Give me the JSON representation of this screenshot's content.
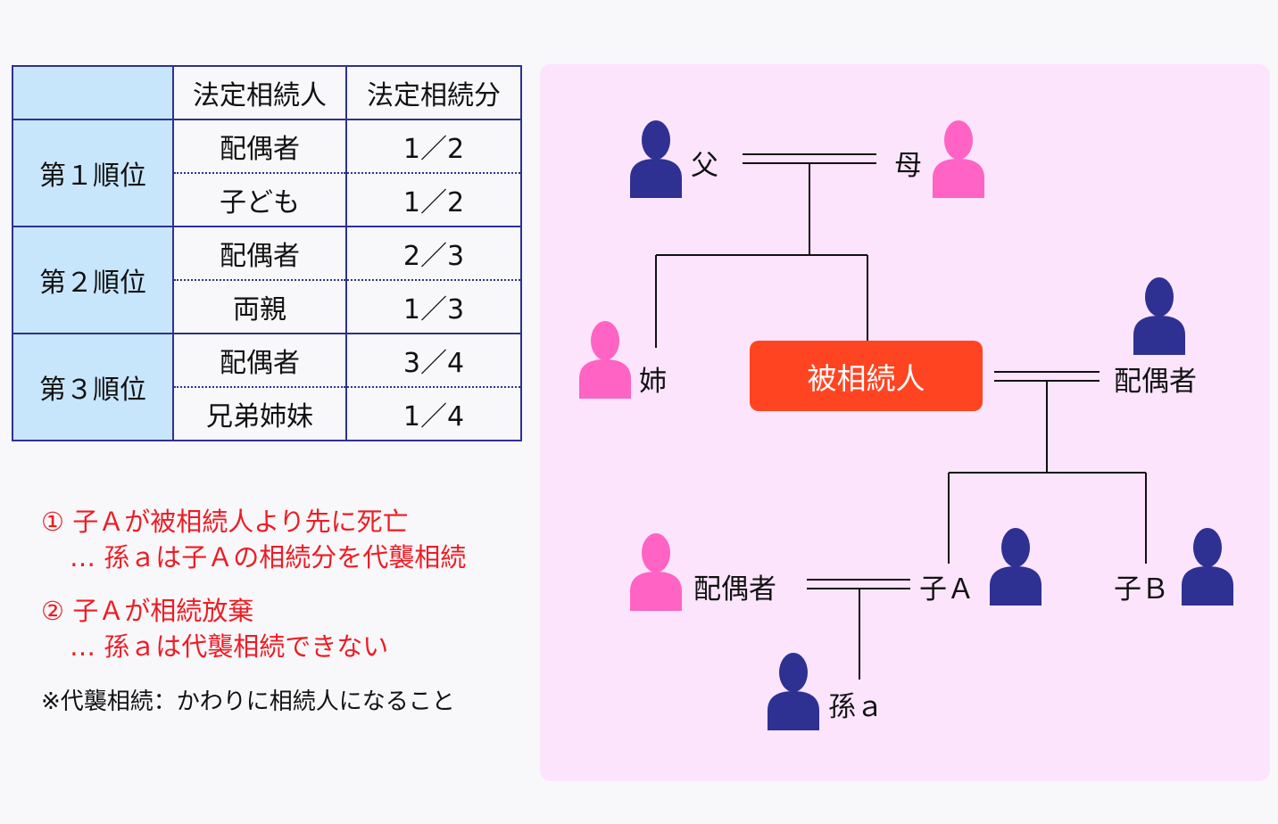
{
  "table": {
    "headers": [
      "",
      "法定相続人",
      "法定相続分"
    ],
    "groups": [
      {
        "rank": "第１順位",
        "rows": [
          {
            "heir": "配偶者",
            "share": "1／2"
          },
          {
            "heir": "子ども",
            "share": "1／2"
          }
        ]
      },
      {
        "rank": "第２順位",
        "rows": [
          {
            "heir": "配偶者",
            "share": "2／3"
          },
          {
            "heir": "両親",
            "share": "1／3"
          }
        ]
      },
      {
        "rank": "第３順位",
        "rows": [
          {
            "heir": "配偶者",
            "share": "3／4"
          },
          {
            "heir": "兄弟姉妹",
            "share": "1／4"
          }
        ]
      }
    ]
  },
  "notes": {
    "case1": "① 子Ａが被相続人より先に死亡",
    "case1_result": "… 孫ａは子Ａの相続分を代襲相続",
    "case2": "② 子Ａが相続放棄",
    "case2_result": "… 孫ａは代襲相続できない",
    "footnote": "※代襲相続：かわりに相続人になること"
  },
  "diagram": {
    "father": "父",
    "mother": "母",
    "sister": "姉",
    "decedent": "被相続人",
    "spouse": "配偶者",
    "childA_spouse": "配偶者",
    "childA": "子Ａ",
    "childB": "子Ｂ",
    "grandchild": "孫ａ"
  },
  "colors": {
    "male": "#2e3192",
    "female": "#ff63c4",
    "decedent": "#ff4422",
    "note_red": "#ee1c25"
  }
}
